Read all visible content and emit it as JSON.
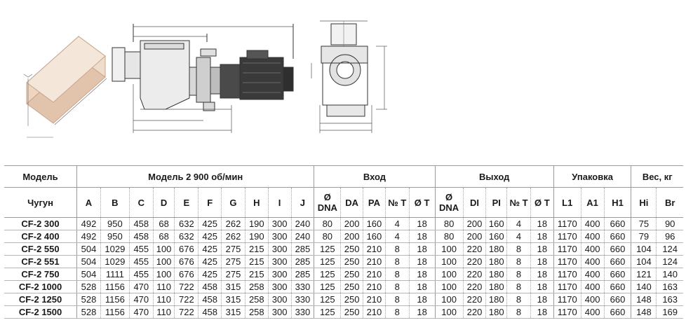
{
  "header": {
    "model": "Модель",
    "group_speed": "Модель 2 900 об/мин",
    "group_inlet": "Вход",
    "group_outlet": "Выход",
    "group_pack": "Упаковка",
    "group_weight": "Вес, кг",
    "material": "Чугун",
    "cols": [
      "A",
      "B",
      "C",
      "D",
      "E",
      "F",
      "G",
      "H",
      "I",
      "J",
      "Ø DNA",
      "DA",
      "PA",
      "№ T",
      "Ø T",
      "Ø DNA",
      "DI",
      "PI",
      "№ T",
      "Ø T",
      "L1",
      "A1",
      "H1",
      "Hi",
      "Br"
    ]
  },
  "rows": [
    {
      "model": "CF-2 300",
      "v": [
        "492",
        "950",
        "458",
        "68",
        "632",
        "425",
        "262",
        "190",
        "300",
        "240",
        "80",
        "200",
        "160",
        "4",
        "18",
        "80",
        "200",
        "160",
        "4",
        "18",
        "1170",
        "400",
        "660",
        "75",
        "90"
      ]
    },
    {
      "model": "CF-2 400",
      "v": [
        "492",
        "950",
        "458",
        "68",
        "632",
        "425",
        "262",
        "190",
        "300",
        "240",
        "80",
        "200",
        "160",
        "4",
        "18",
        "80",
        "200",
        "160",
        "4",
        "18",
        "1170",
        "400",
        "660",
        "79",
        "96"
      ]
    },
    {
      "model": "CF-2 550",
      "v": [
        "504",
        "1029",
        "455",
        "100",
        "676",
        "425",
        "275",
        "215",
        "300",
        "285",
        "125",
        "250",
        "210",
        "8",
        "18",
        "100",
        "220",
        "180",
        "8",
        "18",
        "1170",
        "400",
        "660",
        "104",
        "124"
      ]
    },
    {
      "model": "CF-2 551",
      "v": [
        "504",
        "1029",
        "455",
        "100",
        "676",
        "425",
        "275",
        "215",
        "300",
        "285",
        "125",
        "250",
        "210",
        "8",
        "18",
        "100",
        "220",
        "180",
        "8",
        "18",
        "1170",
        "400",
        "660",
        "104",
        "124"
      ]
    },
    {
      "model": "CF-2 750",
      "v": [
        "504",
        "1111",
        "455",
        "100",
        "676",
        "425",
        "275",
        "215",
        "300",
        "285",
        "125",
        "250",
        "210",
        "8",
        "18",
        "100",
        "220",
        "180",
        "8",
        "18",
        "1170",
        "400",
        "660",
        "121",
        "140"
      ]
    },
    {
      "model": "CF-2 1000",
      "v": [
        "528",
        "1156",
        "470",
        "110",
        "722",
        "458",
        "315",
        "258",
        "300",
        "330",
        "125",
        "250",
        "210",
        "8",
        "18",
        "100",
        "220",
        "180",
        "8",
        "18",
        "1170",
        "400",
        "660",
        "140",
        "163"
      ]
    },
    {
      "model": "CF-2 1250",
      "v": [
        "528",
        "1156",
        "470",
        "110",
        "722",
        "458",
        "315",
        "258",
        "300",
        "330",
        "125",
        "250",
        "210",
        "8",
        "18",
        "100",
        "220",
        "180",
        "8",
        "18",
        "1170",
        "400",
        "660",
        "148",
        "163"
      ]
    },
    {
      "model": "CF-2 1500",
      "v": [
        "528",
        "1156",
        "470",
        "110",
        "722",
        "458",
        "315",
        "258",
        "300",
        "330",
        "125",
        "250",
        "210",
        "8",
        "18",
        "100",
        "220",
        "180",
        "8",
        "18",
        "1170",
        "400",
        "660",
        "148",
        "169"
      ]
    }
  ]
}
